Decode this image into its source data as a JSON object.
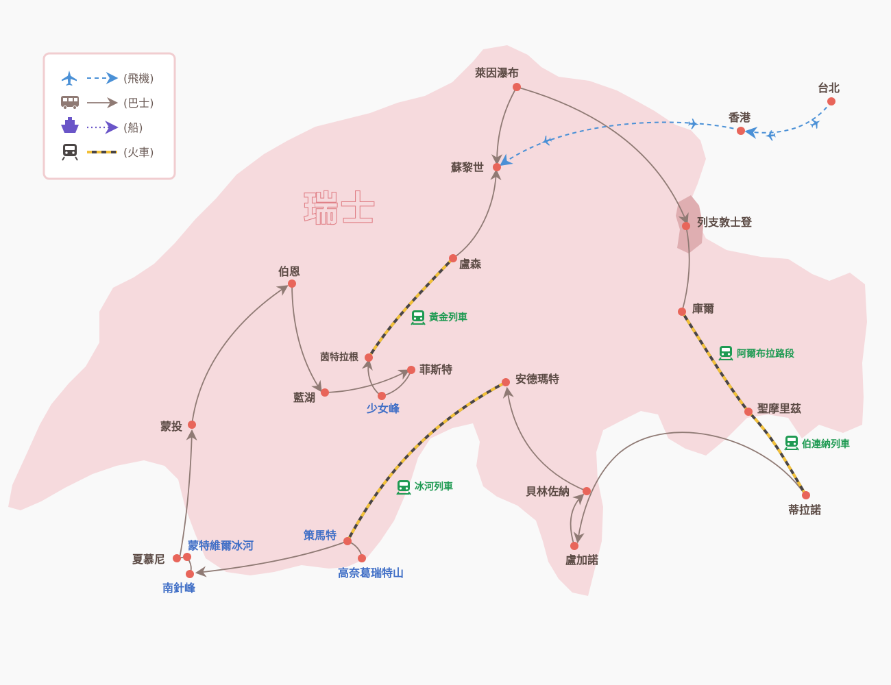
{
  "country": "瑞士",
  "legend": [
    {
      "icon": "airplane-icon",
      "label": "(飛機)"
    },
    {
      "icon": "bus-icon",
      "label": "(巴士)"
    },
    {
      "icon": "ship-icon",
      "label": "(船)"
    },
    {
      "icon": "train-icon",
      "label": "(火車)"
    }
  ],
  "places": {
    "rheinfall": "萊因瀑布",
    "zurich": "蘇黎世",
    "taipei": "台北",
    "hongkong": "香港",
    "liechtenstein": "列支敦士登",
    "chur": "庫爾",
    "lucerne": "盧森",
    "bern": "伯恩",
    "interlaken": "茵特拉根",
    "firste": "菲斯特",
    "bluelake": "藍湖",
    "jungfrau": "少女峰",
    "andermatt": "安德瑪特",
    "stmoritz": "聖摩里茲",
    "tirano": "蒂拉諾",
    "montreux": "蒙投",
    "bellinzona": "貝林佐納",
    "lugano": "盧加諾",
    "zermatt": "策馬特",
    "gornergrat": "高奈葛瑞特山",
    "chamonix": "夏慕尼",
    "merdeglace": "蒙特維爾冰河",
    "aiguille": "南針峰"
  },
  "trains": {
    "golden": "黃金列車",
    "albula": "阿爾布拉路段",
    "bernina": "伯連納列車",
    "glacier": "冰河列車"
  },
  "colors": {
    "land": "#f6dadd",
    "liechtenstein": "#dfaeb1",
    "dot": "#e8655a",
    "bus": "#8f7a74",
    "plane": "#4a90d6",
    "boat": "#6a55c8",
    "rail_dark": "#4a4544",
    "rail_yellow": "#f2c038",
    "label_dark": "#5b4a44",
    "label_blue": "#3f6ec6",
    "label_green": "#1e9a52"
  }
}
